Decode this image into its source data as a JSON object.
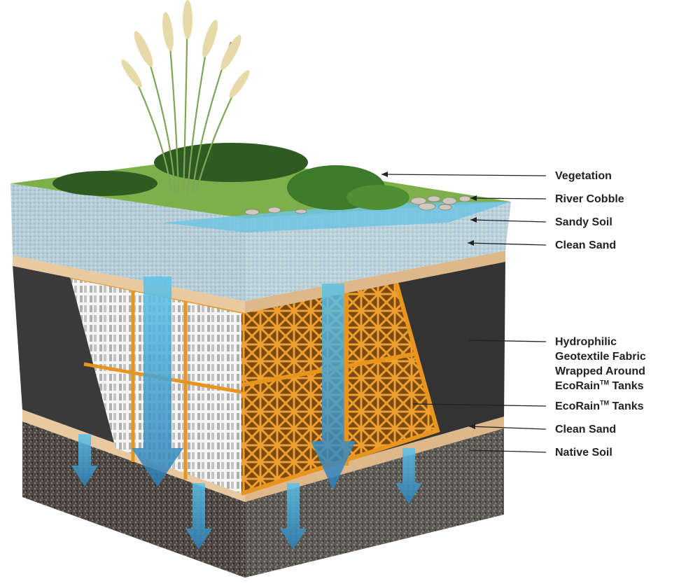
{
  "labels": {
    "vegetation": "Vegetation",
    "river_cobble": "River Cobble",
    "sandy_soil": "Sandy Soil",
    "clean_sand_top": "Clean Sand",
    "fabric_line1": "Hydrophilic",
    "fabric_line2": "Geotextile Fabric",
    "fabric_line3": "Wrapped Around",
    "fabric_line4_pre": "EcoRain",
    "fabric_line4_tm": "TM",
    "fabric_line4_post": " Tanks",
    "tanks_pre": "EcoRain",
    "tanks_tm": "TM",
    "tanks_post": " Tanks",
    "clean_sand_bottom": "Clean Sand",
    "native_soil": "Native Soil"
  },
  "colors": {
    "grass": "#7db04a",
    "sandy_soil": "#b7cfd8",
    "clean_sand": "#e8c9a0",
    "fabric": "#3a3a3a",
    "tank_orange": "#e8951e",
    "tank_white": "#f4f4f4",
    "native_soil": "#4a4540",
    "water": "#3a9fd0",
    "leader": "#222222"
  }
}
